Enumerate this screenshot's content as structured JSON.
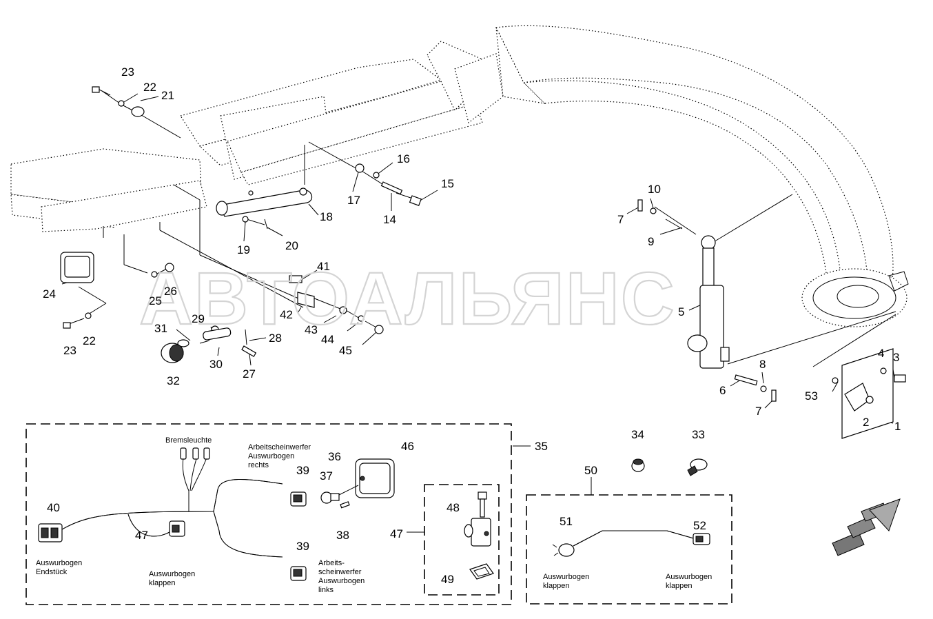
{
  "watermark": "АВТОАЛЬЯНС",
  "callouts": [
    {
      "id": "n23a",
      "label": "23"
    },
    {
      "id": "n22a",
      "label": "22"
    },
    {
      "id": "n21",
      "label": "21"
    },
    {
      "id": "n16",
      "label": "16"
    },
    {
      "id": "n15",
      "label": "15"
    },
    {
      "id": "n17",
      "label": "17"
    },
    {
      "id": "n14",
      "label": "14"
    },
    {
      "id": "n18",
      "label": "18"
    },
    {
      "id": "n19",
      "label": "19"
    },
    {
      "id": "n20",
      "label": "20"
    },
    {
      "id": "n24",
      "label": "24"
    },
    {
      "id": "n25",
      "label": "25"
    },
    {
      "id": "n26",
      "label": "26"
    },
    {
      "id": "n23b",
      "label": "23"
    },
    {
      "id": "n22b",
      "label": "22"
    },
    {
      "id": "n41",
      "label": "41"
    },
    {
      "id": "n42",
      "label": "42"
    },
    {
      "id": "n43",
      "label": "43"
    },
    {
      "id": "n44",
      "label": "44"
    },
    {
      "id": "n45",
      "label": "45"
    },
    {
      "id": "n31",
      "label": "31"
    },
    {
      "id": "n29",
      "label": "29"
    },
    {
      "id": "n28",
      "label": "28"
    },
    {
      "id": "n30",
      "label": "30"
    },
    {
      "id": "n27",
      "label": "27"
    },
    {
      "id": "n32",
      "label": "32"
    },
    {
      "id": "n10",
      "label": "10"
    },
    {
      "id": "n7a",
      "label": "7"
    },
    {
      "id": "n9",
      "label": "9"
    },
    {
      "id": "n5",
      "label": "5"
    },
    {
      "id": "n8",
      "label": "8"
    },
    {
      "id": "n6",
      "label": "6"
    },
    {
      "id": "n7b",
      "label": "7"
    },
    {
      "id": "n4",
      "label": "4"
    },
    {
      "id": "n3",
      "label": "3"
    },
    {
      "id": "n53",
      "label": "53"
    },
    {
      "id": "n2",
      "label": "2"
    },
    {
      "id": "n1",
      "label": "1"
    },
    {
      "id": "n35",
      "label": "35"
    },
    {
      "id": "n36",
      "label": "36"
    },
    {
      "id": "n46",
      "label": "46"
    },
    {
      "id": "n37",
      "label": "37"
    },
    {
      "id": "n39a",
      "label": "39"
    },
    {
      "id": "n38",
      "label": "38"
    },
    {
      "id": "n39b",
      "label": "39"
    },
    {
      "id": "n40",
      "label": "40"
    },
    {
      "id": "n47a",
      "label": "47"
    },
    {
      "id": "n47b",
      "label": "47"
    },
    {
      "id": "n48",
      "label": "48"
    },
    {
      "id": "n49",
      "label": "49"
    },
    {
      "id": "n34",
      "label": "34"
    },
    {
      "id": "n33",
      "label": "33"
    },
    {
      "id": "n50",
      "label": "50"
    },
    {
      "id": "n51",
      "label": "51"
    },
    {
      "id": "n52",
      "label": "52"
    }
  ],
  "captions": {
    "bremsleuchte": [
      "Bremsleuchte"
    ],
    "ap_rechts": [
      "Arbeitscheinwerfer",
      "Auswurbogen",
      "rechts"
    ],
    "ap_links": [
      "Arbeits-",
      "scheinwerfer",
      "Auswurbogen",
      "links"
    ],
    "endstueck": [
      "Auswurbogen",
      "Endstück"
    ],
    "klappen1": [
      "Auswurbogen",
      "klappen"
    ],
    "klappen2": [
      "Auswurbogen",
      "klappen"
    ],
    "klappen3": [
      "Auswurbogen",
      "klappen"
    ]
  }
}
